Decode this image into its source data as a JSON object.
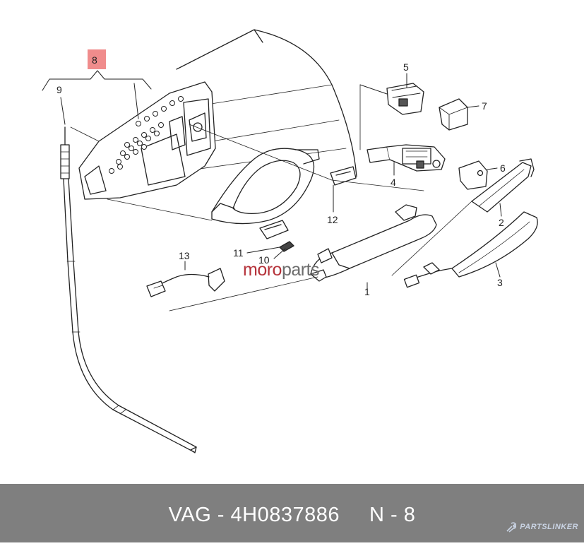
{
  "diagram": {
    "callouts": [
      {
        "id": "c8",
        "label": "8"
      },
      {
        "id": "c9",
        "label": "9"
      },
      {
        "id": "c5",
        "label": "5"
      },
      {
        "id": "c7",
        "label": "7"
      },
      {
        "id": "c4",
        "label": "4"
      },
      {
        "id": "c6",
        "label": "6"
      },
      {
        "id": "c12",
        "label": "12"
      },
      {
        "id": "c2",
        "label": "2"
      },
      {
        "id": "c13",
        "label": "13"
      },
      {
        "id": "c11",
        "label": "11"
      },
      {
        "id": "c10",
        "label": "10"
      },
      {
        "id": "c1",
        "label": "1"
      },
      {
        "id": "c3",
        "label": "3"
      }
    ],
    "highlight_color": "#f08c8c",
    "line_color": "#222222"
  },
  "watermark": {
    "part_a": "moro",
    "part_b": "parts"
  },
  "footer": {
    "part_number": "VAG - 4H0837886",
    "position": "N - 8",
    "brand": "PARTSLINKER",
    "background": "#7f7f7f"
  }
}
